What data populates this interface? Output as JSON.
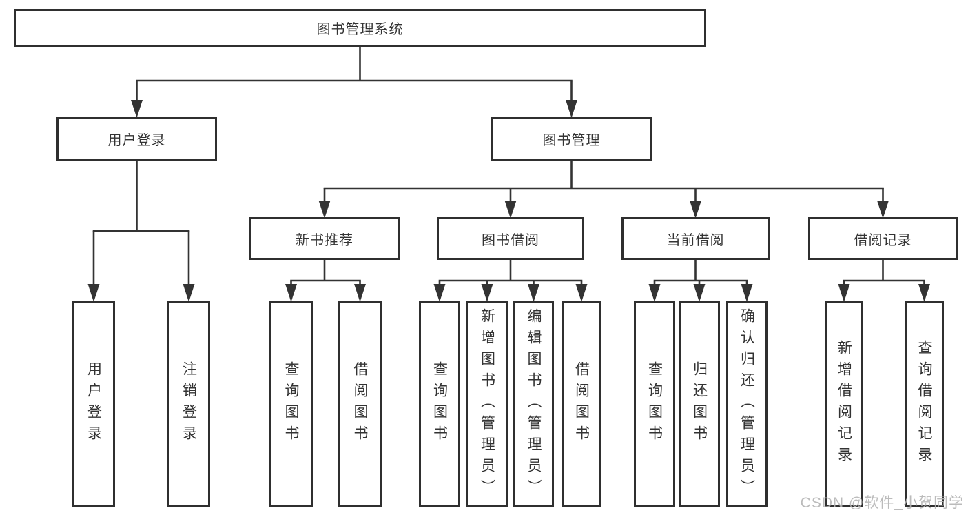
{
  "diagram": {
    "title": "图书管理系统",
    "watermark": "CSDN @软件_小贺同学",
    "colors": {
      "line": "#333333",
      "box_border": "#2f2f2f",
      "box_fill": "#ffffff",
      "text": "#333333",
      "watermark": "#b4b4b4",
      "background": "#ffffff"
    },
    "nodes": [
      {
        "id": "root",
        "label": "图书管理系统",
        "parent": null
      },
      {
        "id": "user-login",
        "label": "用户登录",
        "parent": "root"
      },
      {
        "id": "book-mgmt",
        "label": "图书管理",
        "parent": "root"
      },
      {
        "id": "login",
        "label": "用户登录",
        "parent": "user-login"
      },
      {
        "id": "logout",
        "label": "注销登录",
        "parent": "user-login"
      },
      {
        "id": "new-book-rec",
        "label": "新书推荐",
        "parent": "book-mgmt"
      },
      {
        "id": "book-borrow",
        "label": "图书借阅",
        "parent": "book-mgmt"
      },
      {
        "id": "current-borrow",
        "label": "当前借阅",
        "parent": "book-mgmt"
      },
      {
        "id": "borrow-records",
        "label": "借阅记录",
        "parent": "book-mgmt"
      },
      {
        "id": "rec-query-book",
        "label": "查询图书",
        "parent": "new-book-rec"
      },
      {
        "id": "rec-borrow-book",
        "label": "借阅图书",
        "parent": "new-book-rec"
      },
      {
        "id": "bb-query-book",
        "label": "查询图书",
        "parent": "book-borrow"
      },
      {
        "id": "bb-add-book",
        "label": "新增图书（管理员）",
        "parent": "book-borrow"
      },
      {
        "id": "bb-edit-book",
        "label": "编辑图书（管理员）",
        "parent": "book-borrow"
      },
      {
        "id": "bb-borrow-book",
        "label": "借阅图书",
        "parent": "book-borrow"
      },
      {
        "id": "cb-query-book",
        "label": "查询图书",
        "parent": "current-borrow"
      },
      {
        "id": "cb-return-book",
        "label": "归还图书",
        "parent": "current-borrow"
      },
      {
        "id": "cb-confirm-return",
        "label": "确认归还（管理员）",
        "parent": "current-borrow"
      },
      {
        "id": "br-add-record",
        "label": "新增借阅记录",
        "parent": "borrow-records"
      },
      {
        "id": "br-query-record",
        "label": "查询借阅记录",
        "parent": "borrow-records"
      }
    ]
  }
}
